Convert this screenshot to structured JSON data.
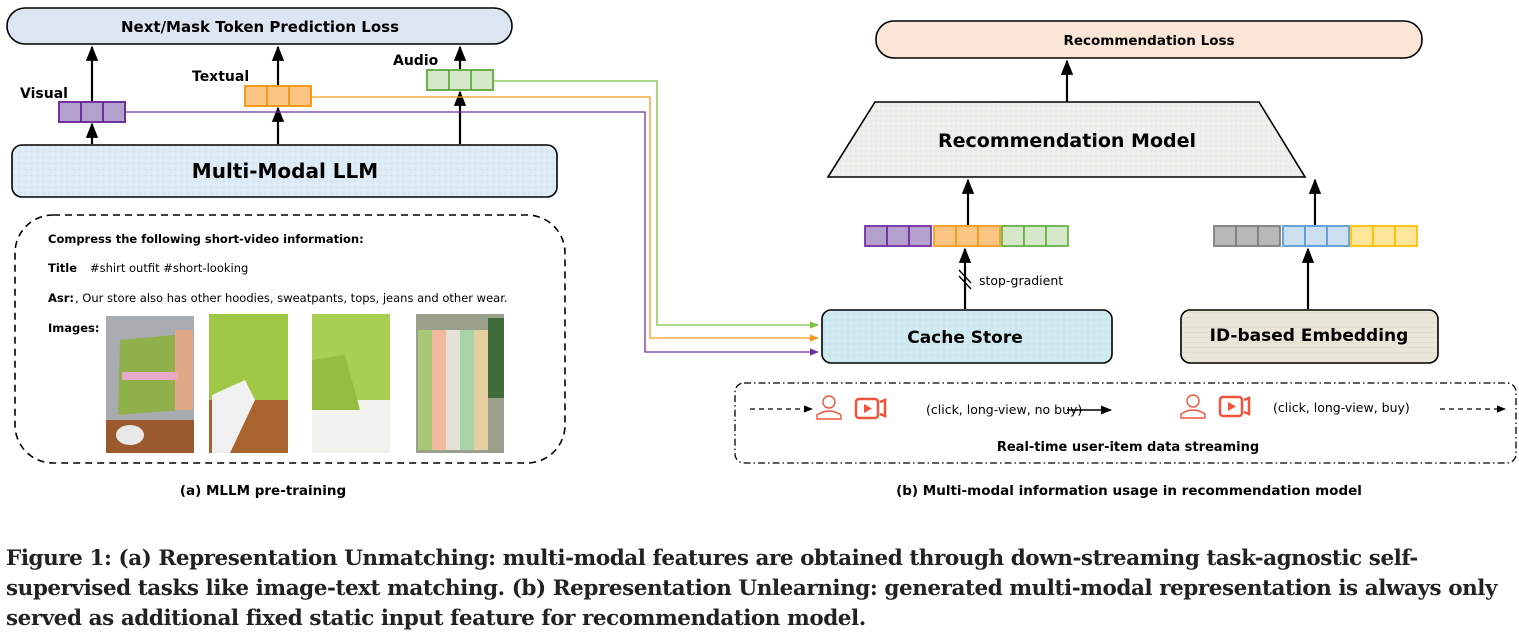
{
  "panel_a": {
    "loss_label": "Next/Mask Token Prediction Loss",
    "llm_label": "Multi-Modal LLM",
    "modalities": [
      {
        "name": "Visual",
        "color": "#7030a0",
        "fill": "#b4a0cc"
      },
      {
        "name": "Textual",
        "color": "#f59a1b",
        "fill": "#fcc583"
      },
      {
        "name": "Audio",
        "color": "#6ab04c",
        "fill": "#d5e8c9"
      }
    ],
    "prompt": {
      "instruction": "Compress the following short-video information:",
      "title_key": "Title",
      "title_value": "#shirt outfit #short-looking",
      "asr_key": "Asr:",
      "asr_value": ", Our store also has other hoodies, sweatpants, tops, jeans and other wear.",
      "images_key": "Images:",
      "images": [
        "green-jacket-on-hanger",
        "green-jacket-sleeve-with-glove",
        "folded-green-jacket-cuff",
        "pastel-shirts-on-rack"
      ]
    },
    "caption": "(a) MLLM pre-training"
  },
  "panel_b": {
    "loss_label": "Recommendation Loss",
    "model_label": "Recommendation Model",
    "cache_label": "Cache Store",
    "id_label": "ID-based Embedding",
    "stop_gradient_label": "stop-gradient",
    "id_embedding_colors": [
      {
        "color": "#7f7f7f",
        "fill": "#b8b8b8"
      },
      {
        "color": "#5b9bd5",
        "fill": "#cde0f2"
      },
      {
        "color": "#ffc000",
        "fill": "#ffe699"
      }
    ],
    "stream": {
      "event1": "(click, long-view,  no buy)",
      "event2": "(click, long-view,  buy)",
      "label": "Real-time user-item data streaming",
      "icon_color": "#f0543c"
    },
    "caption": "(b) Multi-modal information usage in recommendation model"
  },
  "figure_caption": "Figure 1: (a) Representation Unmatching: multi-modal features are obtained through down-streaming task-agnostic self-supervised tasks like image-text matching. (b) Representation Unlearning: generated multi-modal representation is always only served as additional fixed static input feature for recommendation model."
}
